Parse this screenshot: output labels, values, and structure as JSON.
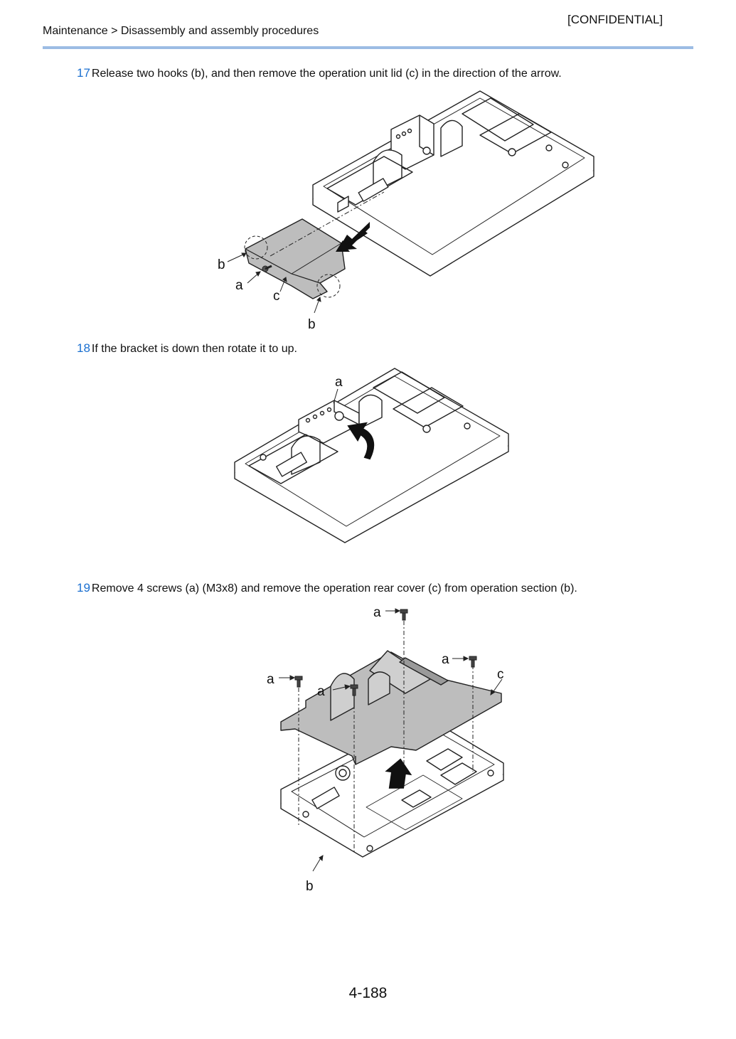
{
  "header": {
    "confidential": "[CONFIDENTIAL]",
    "breadcrumb": "Maintenance > Disassembly and assembly procedures"
  },
  "steps": [
    {
      "number": "17",
      "text": "Release two hooks (b), and then remove the operation unit lid (c) in the direction of the arrow.",
      "callouts": {
        "b_top": "b",
        "a": "a",
        "c": "c",
        "b_bottom": "b"
      }
    },
    {
      "number": "18",
      "text": "If the bracket is down then rotate it to up.",
      "callouts": {
        "a": "a"
      }
    },
    {
      "number": "19",
      "text": "Remove 4 screws (a) (M3x8) and remove the operation rear cover (c) from operation section (b).",
      "callouts": {
        "a1": "a",
        "a2": "a",
        "a3": "a",
        "a4": "a",
        "c": "c",
        "b": "b"
      }
    }
  ],
  "footer": {
    "page_number": "4-188"
  },
  "colors": {
    "step_number": "#1a6fd0",
    "header_rule": "#9cbce4",
    "cover_fill": "#bdbdbd"
  }
}
